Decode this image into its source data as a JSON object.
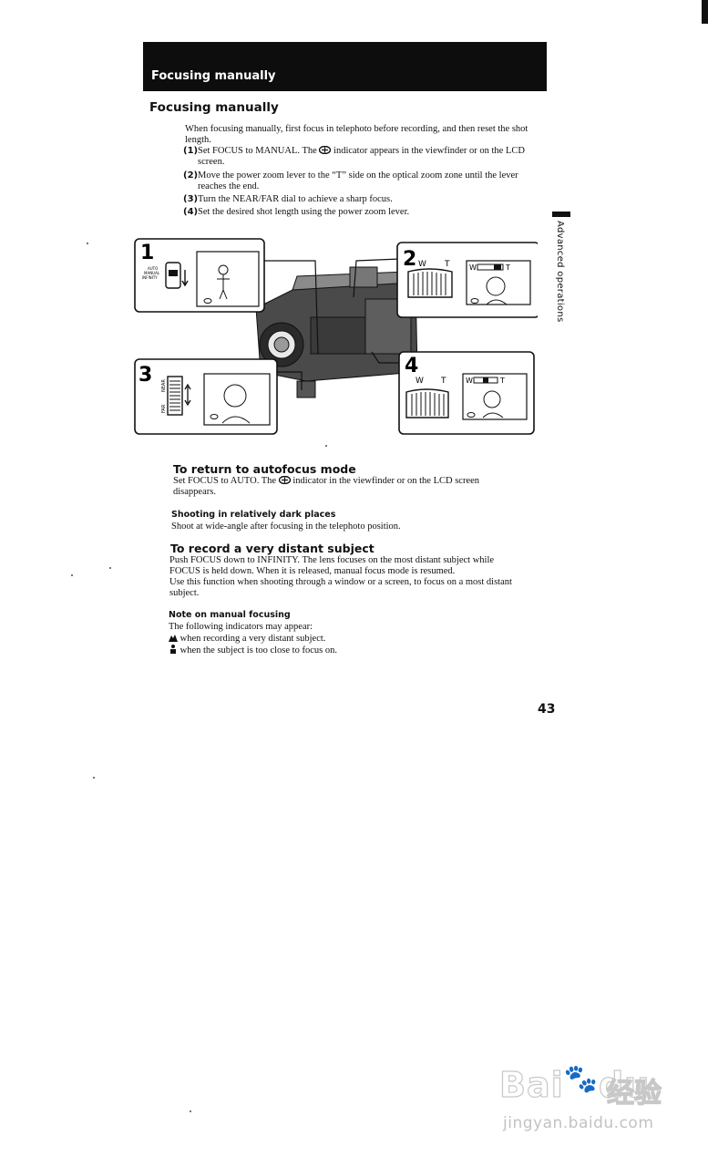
{
  "header": {
    "title": "Focusing manually"
  },
  "section": {
    "heading": "Focusing manually",
    "intro": "When focusing manually, first focus in telephoto before recording, and then reset the shot length.",
    "steps": [
      {
        "num": "(1)",
        "line1": "Set FOCUS to MANUAL.  The ",
        "icon": "focus-icon",
        "line1b": " indicator appears in the viewfinder or on the LCD screen."
      },
      {
        "num": "(2)",
        "text": "Move the power zoom lever to the “T” side on the optical zoom zone until the lever reaches the end."
      },
      {
        "num": "(3)",
        "text": "Turn the NEAR/FAR dial to achieve a sharp focus."
      },
      {
        "num": "(4)",
        "text": "Set the desired shot length using the power zoom lever."
      }
    ]
  },
  "side_label": "Advanced operations",
  "figure": {
    "panels": [
      {
        "num": "1",
        "switch_labels": [
          "AUTO",
          "MANUAL",
          "INFINITY"
        ]
      },
      {
        "num": "2",
        "w": "W",
        "t": "T",
        "bar_w": "W",
        "bar_t": "T"
      },
      {
        "num": "3",
        "dial_labels": [
          "FAR",
          "NEAR"
        ]
      },
      {
        "num": "4",
        "w": "W",
        "t": "T",
        "bar_w": "W",
        "bar_t": "T"
      }
    ]
  },
  "return_af": {
    "heading": "To return to autofocus mode",
    "text_a": "Set FOCUS to AUTO.  The ",
    "text_b": " indicator in the viewfinder or on the LCD screen disappears."
  },
  "dark": {
    "heading": "Shooting in relatively dark places",
    "text": "Shoot at wide-angle after focusing in the telephoto position."
  },
  "distant": {
    "heading": "To record a very distant subject",
    "text": "Push FOCUS down to INFINITY.  The lens focuses on the most distant subject while FOCUS is held down. When it is released, manual focus mode is resumed.",
    "text2": "Use this function when shooting through a window or a screen, to focus on a most distant subject."
  },
  "note": {
    "heading": "Note on manual focusing",
    "text": "The following indicators may appear:",
    "items": [
      {
        "icon": "mountain-icon",
        "text": "when recording a very distant subject."
      },
      {
        "icon": "person-icon",
        "text": "when the subject is too close to focus on."
      }
    ]
  },
  "page_number": "43",
  "watermark": {
    "logo": "Bai",
    "logo_b": "du",
    "cn": "经验",
    "url": "jingyan.baidu.com"
  }
}
